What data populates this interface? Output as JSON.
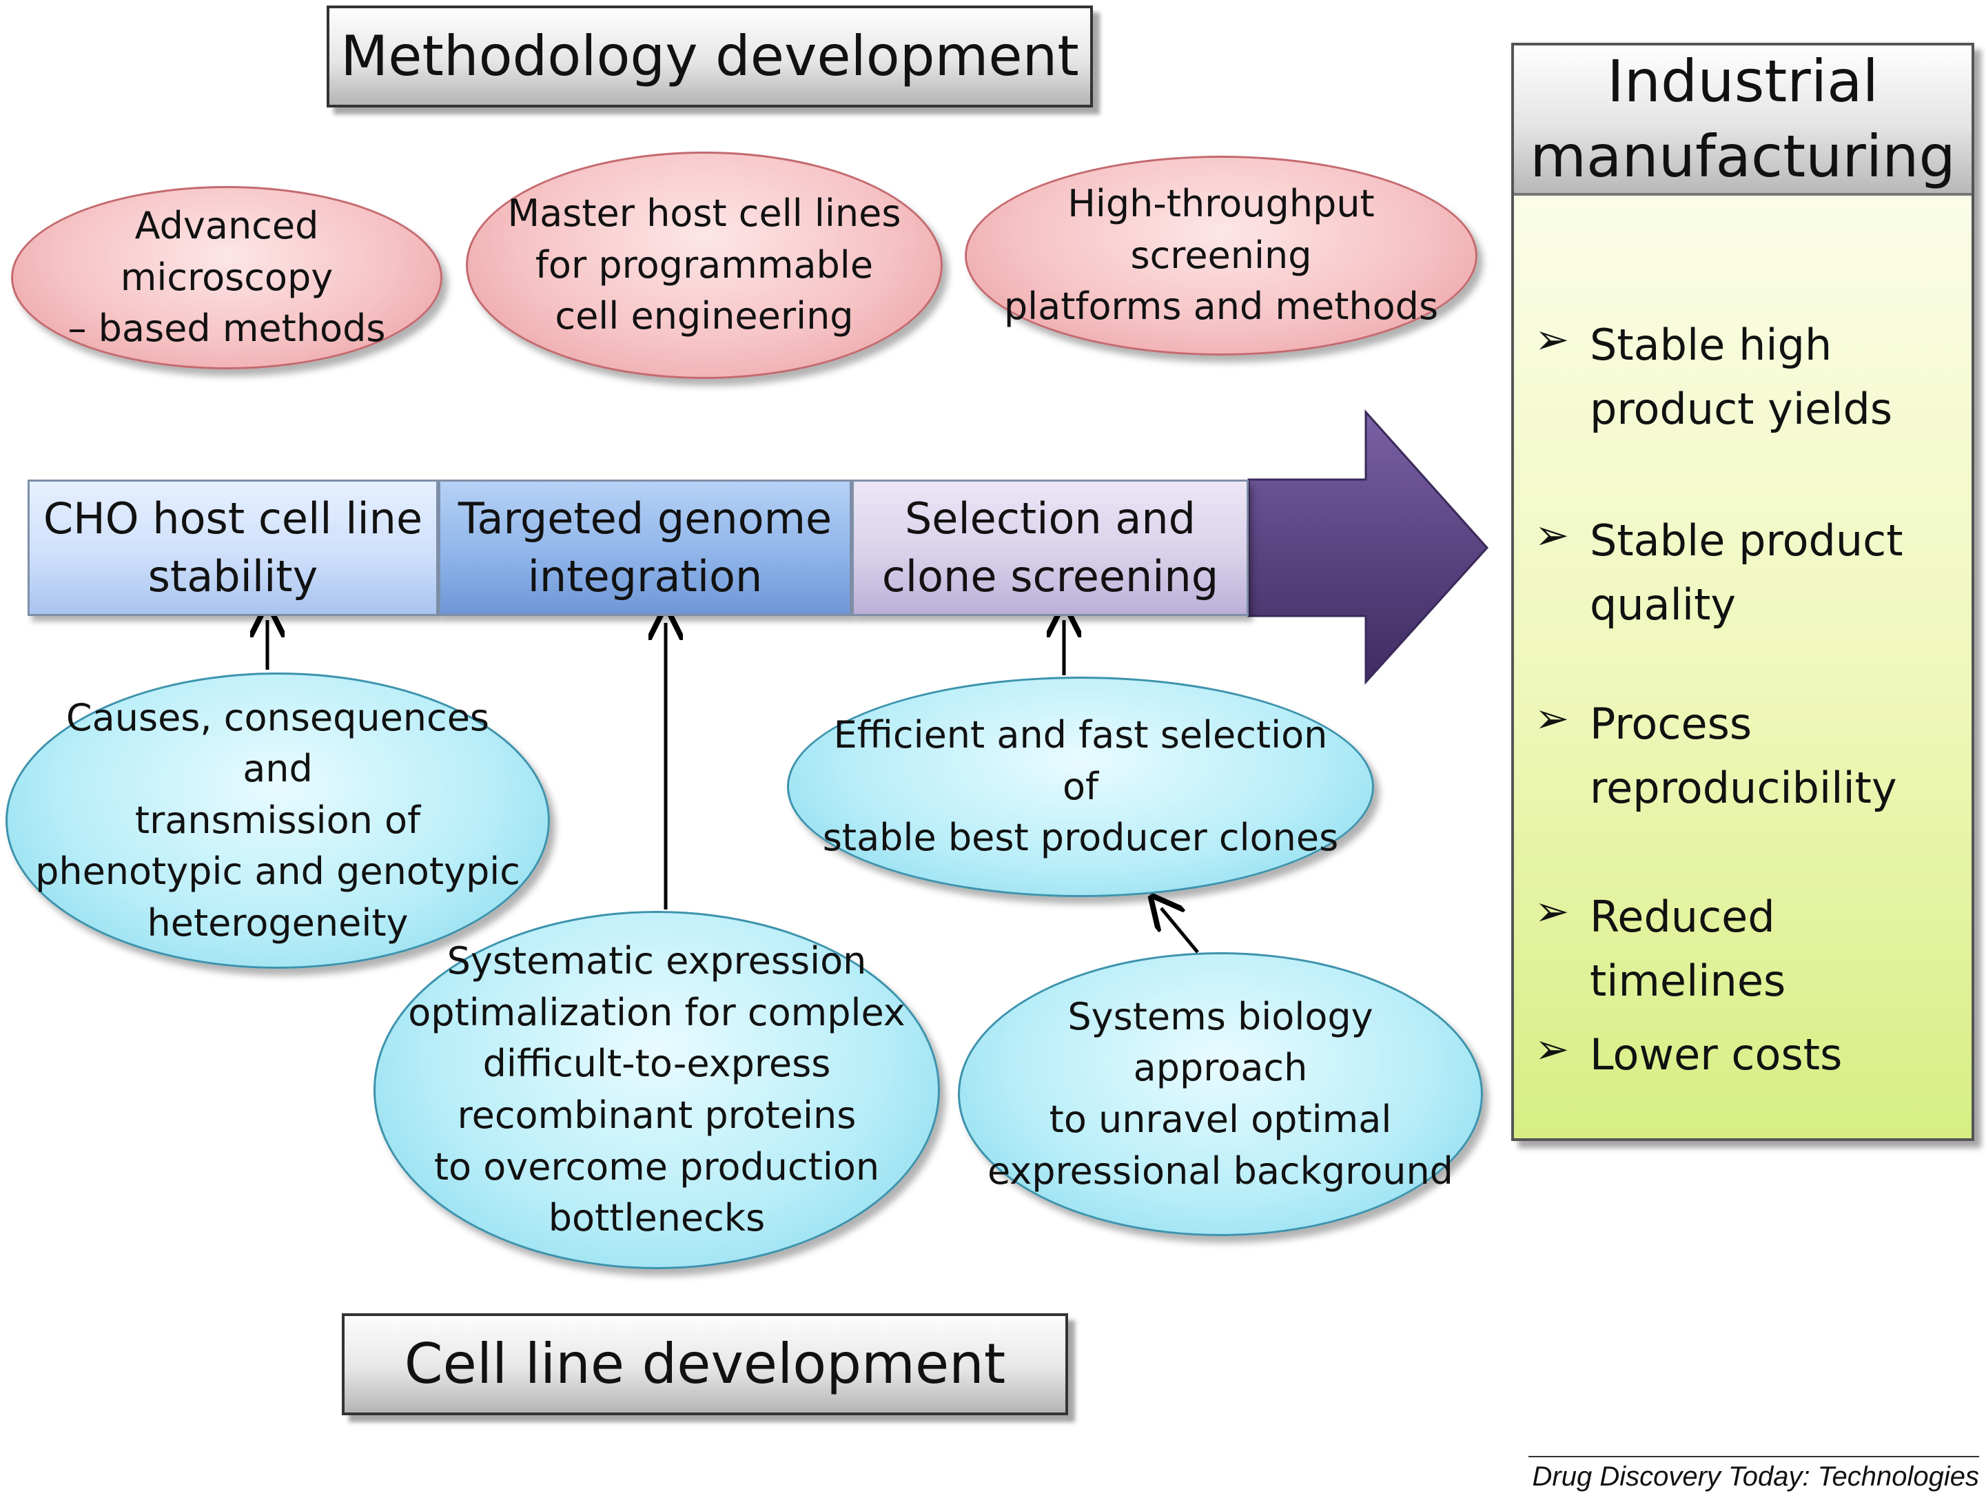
{
  "headers": {
    "methodology": "Methodology development",
    "cell_line": "Cell line development"
  },
  "methodology_ellipses": [
    "Advanced microscopy\n– based methods",
    "Master host cell lines\nfor programmable\ncell engineering",
    "High-throughput screening\nplatforms and methods"
  ],
  "pipeline": [
    "CHO host cell line\nstability",
    "Targeted genome\nintegration",
    "Selection and\nclone screening"
  ],
  "cell_line_ellipses": [
    "Causes, consequences and\ntransmission of\nphenotypic and genotypic\nheterogeneity",
    "Systematic expression\noptimalization for complex\ndifficult-to-express\nrecombinant proteins\nto overcome production\nbottlenecks",
    "Efficient and fast selection of\nstable  best producer clones",
    "Systems biology approach\nto unravel optimal\nexpressional background"
  ],
  "industrial": {
    "title": "Industrial\nmanufacturing",
    "bullet_marker": "➢",
    "items": [
      "Stable high\nproduct yields",
      "Stable product\nquality",
      "Process\nreproducibility",
      "Reduced timelines",
      "Lower costs"
    ]
  },
  "footer": "Drug Discovery Today: Technologies",
  "colors": {
    "pink_ellipse": "#f6c3c5",
    "cyan_ellipse": "#b9eef9",
    "segment_1": "#cfe0fb",
    "segment_2": "#8fb5ea",
    "segment_3": "#d9d1ea",
    "arrow_head": "#5b4482",
    "industrial_body": "#eef7b8"
  }
}
